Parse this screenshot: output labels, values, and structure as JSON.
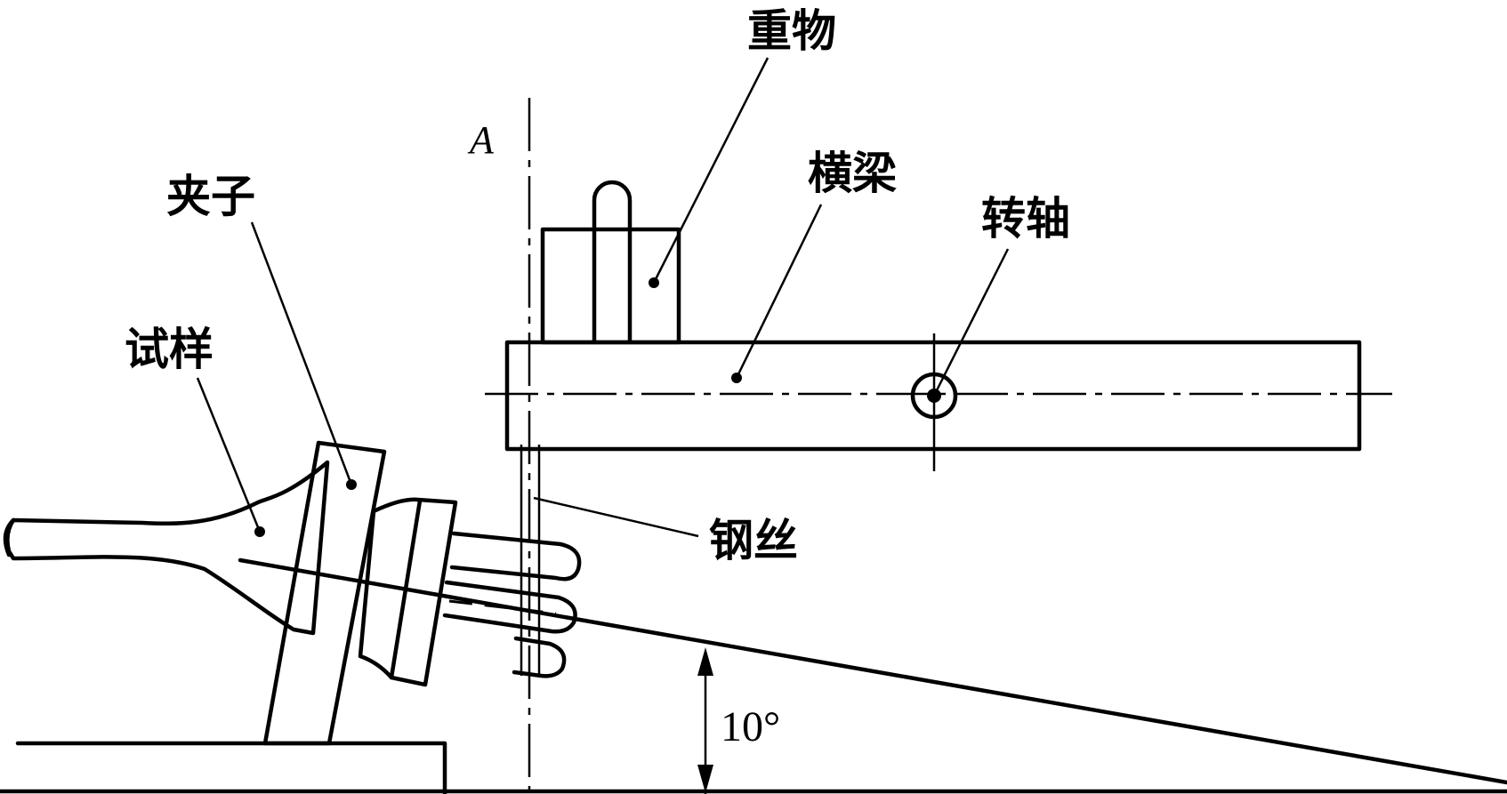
{
  "labels": {
    "weight": "重物",
    "beam": "横梁",
    "pivot": "转轴",
    "clamp": "夹子",
    "specimen": "试样",
    "wire": "钢丝",
    "axis_a": "A",
    "angle": "10°"
  }
}
